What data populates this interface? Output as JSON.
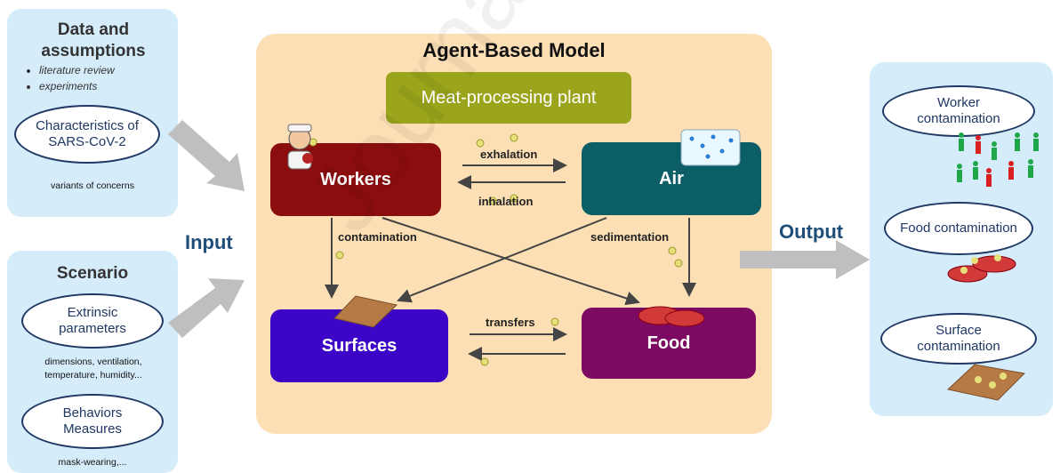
{
  "input_panel": {
    "title": "Data and assumptions",
    "bullets": [
      "literature review",
      "experiments"
    ],
    "ellipse": "Characteristics of SARS-CoV-2",
    "note": "variants of concerns"
  },
  "scenario_panel": {
    "title": "Scenario",
    "ellipse1": "Extrinsic parameters",
    "note1": "dimensions, ventilation, temperature, humidity...",
    "ellipse2": "Behaviors Measures",
    "note2": "mask-wearing,..."
  },
  "input_label": "Input",
  "output_label": "Output",
  "model": {
    "title": "Agent-Based Model",
    "plant": "Meat-processing plant",
    "nodes": {
      "workers": "Workers",
      "air": "Air",
      "surfaces": "Surfaces",
      "food": "Food"
    },
    "edges": {
      "exhalation": "exhalation",
      "inhalation": "inhalation",
      "contamination": "contamination",
      "sedimentation": "sedimentation",
      "transfers": "transfers"
    }
  },
  "output_panel": {
    "items": [
      "Worker contamination",
      "Food contamination",
      "Surface contamination"
    ]
  },
  "watermark": "Journal Pre-proof",
  "colors": {
    "panel": "#d5ecfb",
    "model_bg": "#fcdfb5",
    "plant": "#9aa51c",
    "workers": "#8b0d0d",
    "air": "#0b5e66",
    "surfaces": "#3d05c6",
    "food": "#7d0a62",
    "arrow": "#bfbfbf",
    "ellipse_border": "#1f3864"
  }
}
